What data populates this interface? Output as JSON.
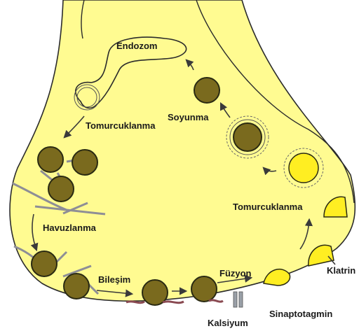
{
  "title": "",
  "colors": {
    "cytoplasm": "#fffb91",
    "outline": "#2b2b2b",
    "vesicle": "#7a6a1e",
    "vesicle_border": "#2a2a12",
    "fusing_vesicle": "#ffee22",
    "actin": "#8e8e96",
    "synapsin_protein": "#8a4a52",
    "channel": "#9aa0a8"
  },
  "labels": {
    "endosome": "Endozom",
    "uncoating": "Soyunma",
    "budding_top": "Tomurcuklanma",
    "budding_right": "Tomurcuklanma",
    "pooling": "Havuzlanma",
    "docking": "Bileşim",
    "fusion": "Füzyon",
    "clathrin": "Klatrin",
    "synaptotagmin": "Sinaptotagmin",
    "calcium": "Kalsiyum"
  },
  "icons": {
    "calcium_channel": "calcium-channel-icon",
    "clathrin_coat": "clathrin-coat-icon",
    "vesicle": "vesicle-icon"
  }
}
